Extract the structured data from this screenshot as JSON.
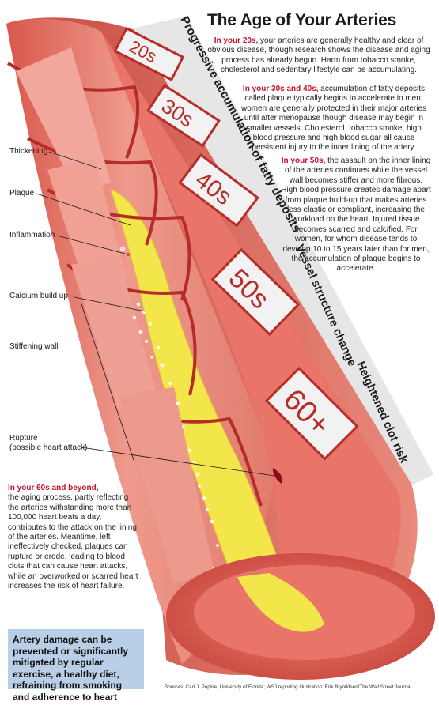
{
  "title": "The Age of Your Arteries",
  "stages": [
    {
      "label": "20s"
    },
    {
      "label": "30s"
    },
    {
      "label": "40s"
    },
    {
      "label": "50s"
    },
    {
      "label": "60+"
    }
  ],
  "bands": [
    {
      "text": "Progressive accumulation of fatty deposits"
    },
    {
      "text": "Vessel structure change"
    },
    {
      "text": "Heightened clot risk"
    }
  ],
  "paragraphs": {
    "p20": {
      "highlight": "In your 20s,",
      "body": " your arteries are generally healthy and clear of obvious disease, though research shows the disease and aging process has already begun. Harm from tobacco smoke, cholesterol and sedentary lifestyle can be accumulating."
    },
    "p30": {
      "highlight": "In your 30s and 40s,",
      "body": " accumulation of fatty deposits called plaque typically begins to accelerate in men; women are generally protected in their major arteries until after menopause though disease may begin in smaller vessels.  Cholesterol, tobacco smoke, high blood pressure and high blood sugar all cause persistent injury to the inner lining of the artery."
    },
    "p50": {
      "highlight": "In your 50s,",
      "body": " the assault on the inner lining of the arteries continues while the vessel wall becomes stiffer and more fibrous. High blood pressure creates damage apart from plaque build-up that makes arteries less elastic or compliant, increasing the workload on the heart.  Injured tissue becomes scarred and calcified. For women, for whom disease tends to develop 10 to 15 years later than for men, the accumulation of plaque begins to accelerate."
    },
    "p60": {
      "highlight": "In your 60s and beyond,",
      "body": " the aging process, partly reflecting the arteries withstanding more than 100,000 heart beats a day, contributes to the attack on the lining of the arteries. Meantime, left ineffectively checked, plaques can rupture or erode, leading to blood clots that can cause heart attacks, while an overworked or scarred heart increases the risk of heart failure."
    }
  },
  "labels": {
    "thickening": "Thickening",
    "plaque": "Plaque",
    "inflammation": "Inflammation",
    "calcium": "Calcium build up",
    "stiffening": "Stiffening wall",
    "rupture_line1": "Rupture",
    "rupture_line2": "(possible heart attack)"
  },
  "prevention": "Artery damage can be prevented or significantly mitigated by regular exercise, a healthy diet, refraining from smoking and adherence to heart medicines.",
  "credits": "Sources: Carl J. Pepine, University of Florida; WSJ reporting   Illustration: Erik Brynildsen/The Wall Street Journal",
  "colors": {
    "accent": "#c8102e",
    "artery_wall": "#e8887c",
    "artery_dark": "#c8443c",
    "plaque": "#f2e64a",
    "band_bg": "#f4f4f4",
    "prevention_bg": "#b9cfe8"
  }
}
